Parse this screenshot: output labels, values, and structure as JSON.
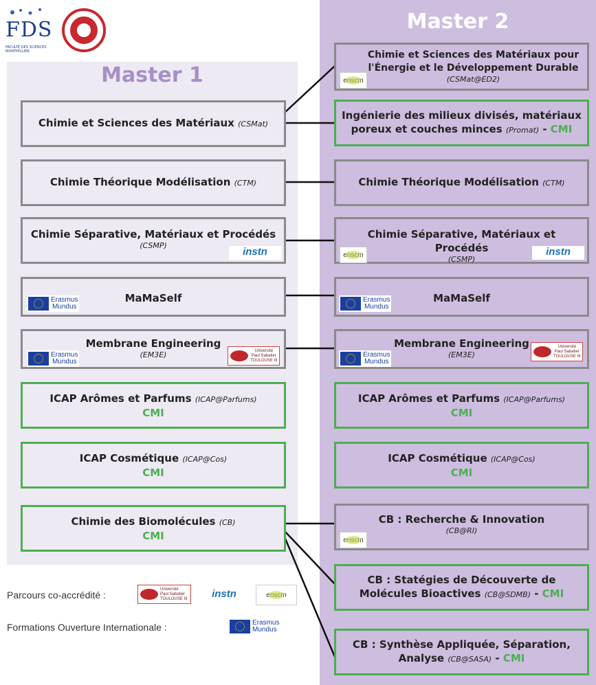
{
  "header": {
    "fds_logo_text": "FDS",
    "fds_caption": "FACULTÉ DES SCIENCES MONTPELLIER"
  },
  "master1": {
    "title": "Master 1",
    "boxes": [
      {
        "name": "Chimie et Sciences des Matériaux",
        "abbr": "(CSMat)"
      },
      {
        "name": "Chimie Théorique Modélisation",
        "abbr": "(CTM)"
      },
      {
        "name": "Chimie Séparative, Matériaux et Procédés",
        "abbr": "(CSMP)"
      },
      {
        "name": "MaMaSelf"
      },
      {
        "name": "Membrane Engineering",
        "abbr": "(EM3E)"
      },
      {
        "name": "ICAP Arômes et Parfums",
        "abbr": "(ICAP@Parfums)",
        "cmi": "CMI"
      },
      {
        "name": "ICAP Cosmétique",
        "abbr": "(ICAP@Cos)",
        "cmi": "CMI"
      },
      {
        "name": "Chimie des Biomolécules",
        "abbr": "(CB)",
        "cmi": "CMI"
      }
    ]
  },
  "master2": {
    "title": "Master 2",
    "boxes": [
      {
        "name": "Chimie et Sciences des Matériaux pour l'Énergie et le Développement Durable",
        "abbr": "(CSMat@ED2)"
      },
      {
        "name": "Ingénierie des milieux divisés, matériaux poreux et couches minces",
        "abbr": "(Promat)",
        "sep": " - ",
        "cmi": "CMI"
      },
      {
        "name": "Chimie Théorique Modélisation",
        "abbr": "(CTM)"
      },
      {
        "name": "Chimie Séparative, Matériaux et Procédés",
        "abbr": "(CSMP)"
      },
      {
        "name": "MaMaSelf"
      },
      {
        "name": "Membrane Engineering",
        "abbr": "(EM3E)"
      },
      {
        "name": "ICAP Arômes et Parfums",
        "abbr": "(ICAP@Parfums)",
        "cmi": "CMI"
      },
      {
        "name": "ICAP Cosmétique",
        "abbr": "(ICAP@Cos)",
        "cmi": "CMI"
      },
      {
        "name": "CB : Recherche & Innovation",
        "abbr": "(CB@RI)"
      },
      {
        "name": "CB : Statégies de Découverte de Molécules Bioactives",
        "abbr": "(CB@SDMB)",
        "sep": " - ",
        "cmi": "CMI"
      },
      {
        "name": "CB : Synthèse Appliquée, Séparation, Analyse",
        "abbr": "(CB@SASA)",
        "sep": " - ",
        "cmi": "CMI"
      }
    ]
  },
  "logos": {
    "erasmus": "Erasmus Mundus",
    "erasmus_line1": "Erasmus",
    "erasmus_line2": "Mundus",
    "instn": "instn",
    "enscm": "enscm",
    "ups_line1": "Université",
    "ups_line2": "Paul Sabatier",
    "ups_line3": "TOULOUSE III"
  },
  "legend": {
    "coaccredit": "Parcours co-accrédité :",
    "international": "Formations Ouverture Internationale :"
  },
  "colors": {
    "m1_bg": "#edeaf3",
    "m2_bg": "#cdbddf",
    "m1_title": "#a98fc9",
    "box_border": "#8a8a8a",
    "cmi_green": "#4caf50"
  }
}
